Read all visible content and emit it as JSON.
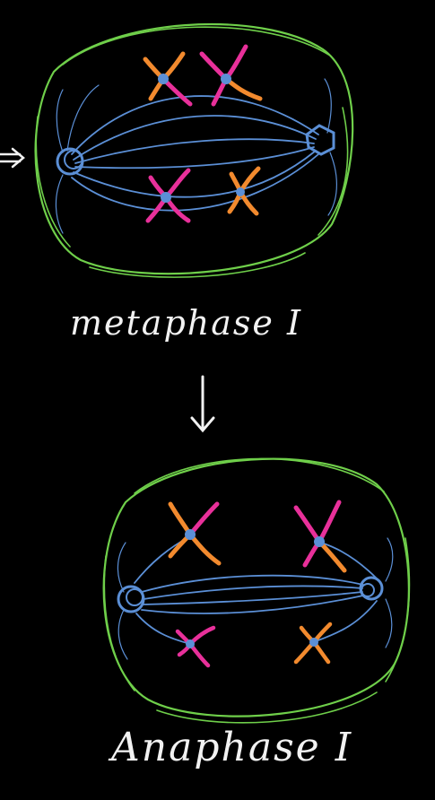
{
  "stages": [
    {
      "name": "metaphase",
      "label": "metaphase I"
    },
    {
      "name": "anaphase",
      "label": "Anaphase I"
    }
  ],
  "colors": {
    "background": "#000000",
    "cell_membrane": "#6fcf4a",
    "spindle": "#5b8fd6",
    "centrosome": "#5b8fd6",
    "chromosome_a": "#f28a2e",
    "chromosome_b": "#e8309a",
    "text": "#f2f2f2"
  },
  "icons": {
    "side_arrow": "right-arrow-icon",
    "down_arrow": "down-arrow-icon"
  }
}
